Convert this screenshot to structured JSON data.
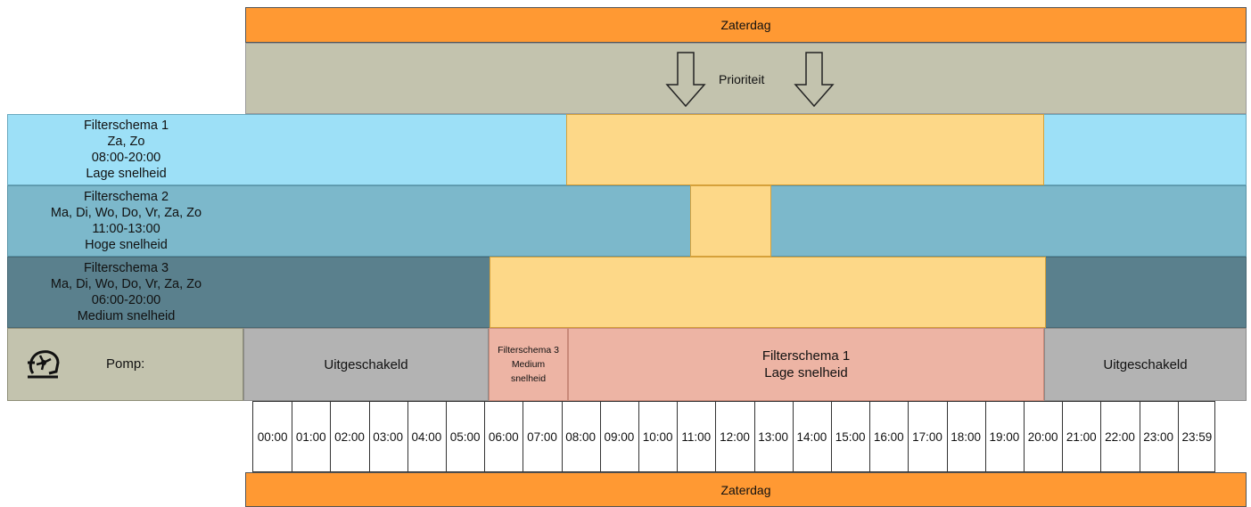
{
  "day_label": "Zaterdag",
  "priority_label": "Prioriteit",
  "schedules": [
    {
      "name": "Filterschema 1",
      "days": "Za, Zo",
      "time": "08:00-20:00",
      "speed": "Lage snelheid",
      "color": "#9de0f7",
      "active_from": "08:00",
      "active_to": "20:00"
    },
    {
      "name": "Filterschema 2",
      "days": "Ma, Di, Wo, Do, Vr, Za, Zo",
      "time": "11:00-13:00",
      "speed": "Hoge snelheid",
      "color": "#7cb8cb",
      "active_from": "11:00",
      "active_to": "13:00"
    },
    {
      "name": "Filterschema 3",
      "days": "Ma, Di, Wo, Do, Vr, Za, Zo",
      "time": "06:00-20:00",
      "speed": "Medium snelheid",
      "color": "#5a808d",
      "active_from": "06:00",
      "active_to": "20:00"
    }
  ],
  "active_color": "#fdd888",
  "pump": {
    "label": "Pomp:",
    "icon": "pump-icon",
    "segments": [
      {
        "lines": [
          "Uitgeschakeld"
        ],
        "state": "off",
        "from": "00:00",
        "to": "06:00"
      },
      {
        "lines": [
          "Filterschema 3",
          "Medium",
          "snelheid"
        ],
        "state": "on",
        "from": "06:00",
        "to": "08:00"
      },
      {
        "lines": [
          "Filterschema 1",
          "Lage snelheid"
        ],
        "state": "on",
        "from": "08:00",
        "to": "20:00"
      },
      {
        "lines": [
          "Uitgeschakeld"
        ],
        "state": "off",
        "from": "20:00",
        "to": "23:59"
      }
    ]
  },
  "time_ticks": [
    "00:00",
    "01:00",
    "02:00",
    "03:00",
    "04:00",
    "05:00",
    "06:00",
    "07:00",
    "08:00",
    "09:00",
    "10:00",
    "11:00",
    "12:00",
    "13:00",
    "14:00",
    "15:00",
    "16:00",
    "17:00",
    "18:00",
    "19:00",
    "20:00",
    "21:00",
    "22:00",
    "23:00",
    "23:59"
  ]
}
